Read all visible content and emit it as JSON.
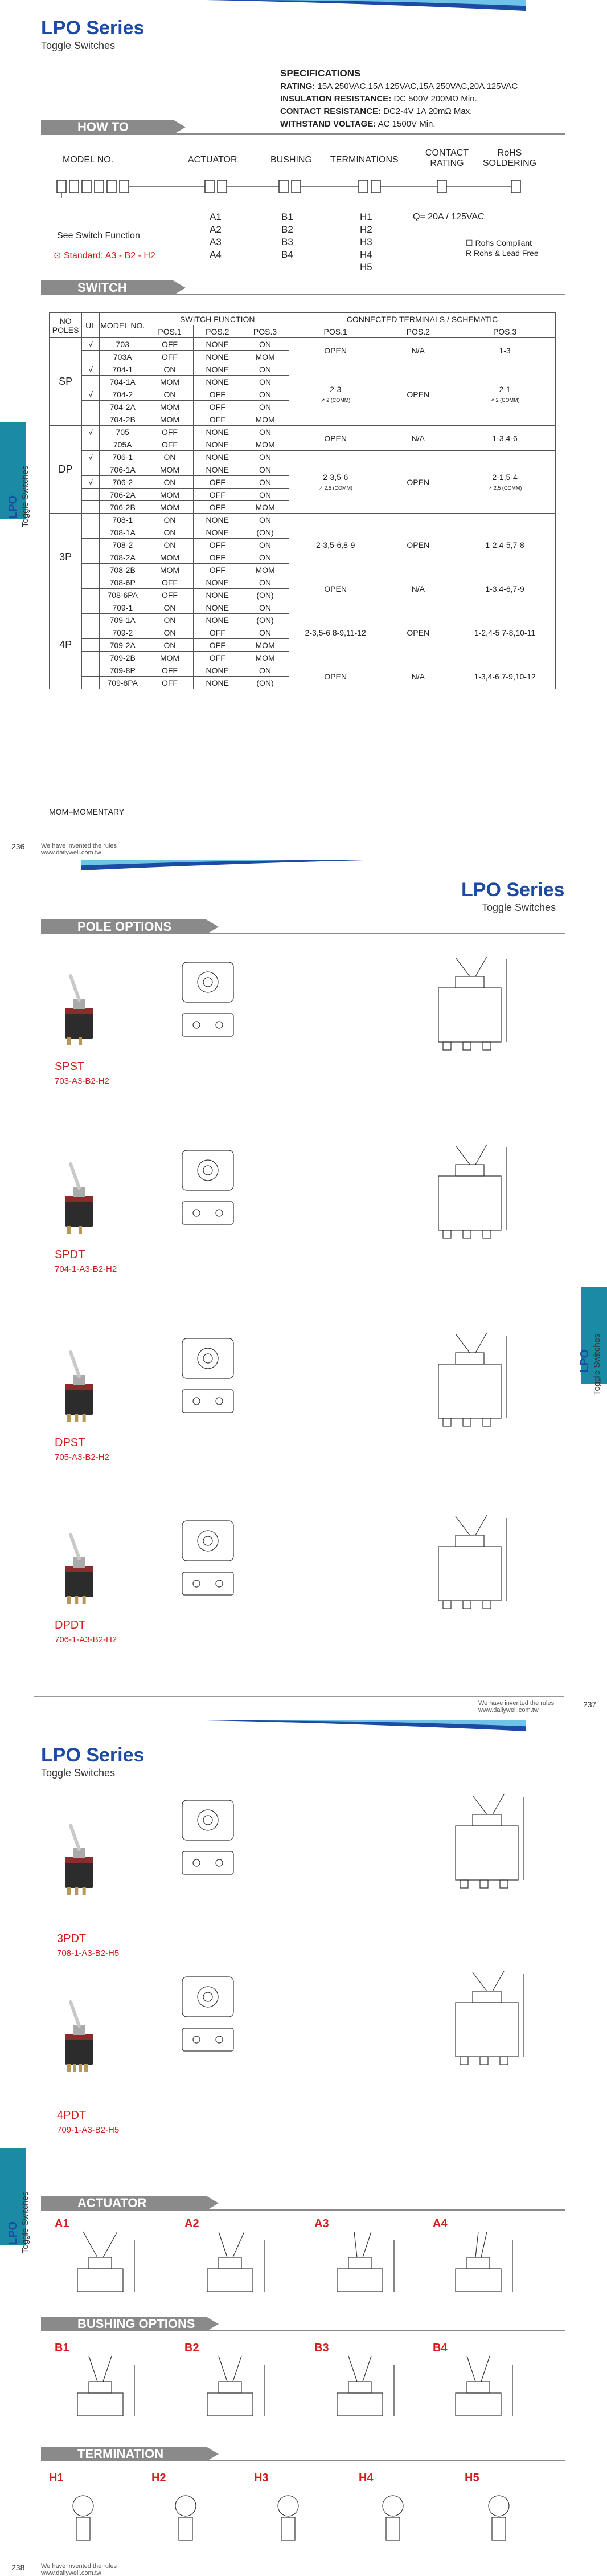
{
  "colors": {
    "brand": "#1d4aa3",
    "accent": "#1a8aa5",
    "highlight": "#d21e1e",
    "bar": "#8a8a8a"
  },
  "page1": {
    "series": "LPO Series",
    "subtitle": "Toggle Switches",
    "specs": {
      "heading": "SPECIFICATIONS",
      "rating_label": "RATING:",
      "rating_value": "15A 250VAC,15A 125VAC,15A 250VAC,20A 125VAC",
      "insulation_label": "INSULATION RESISTANCE:",
      "insulation_value": "DC 500V 200MΩ Min.",
      "contact_label": "CONTACT RESISTANCE:",
      "contact_value": "DC2-4V 1A 20mΩ Max.",
      "withstand_label": "WITHSTAND VOLTAGE:",
      "withstand_value": "AC 1500V Min."
    },
    "how_to_order": {
      "title": "HOW TO ORDER",
      "headers": [
        "MODEL NO.",
        "ACTUATOR",
        "BUSHING",
        "TERMINATIONS",
        "CONTACT RATING",
        "RoHS SOLDERING"
      ],
      "see_switch": "See Switch Function",
      "standard": "Standard: A3 - B2 - H2",
      "actuators": [
        "A1",
        "A2",
        "A3",
        "A4"
      ],
      "bushings": [
        "B1",
        "B2",
        "B3",
        "B4"
      ],
      "terminations": [
        "H1",
        "H2",
        "H3",
        "H4",
        "H5"
      ],
      "contact": "Q= 20A / 125VAC",
      "rohs": [
        "Rohs Compliant",
        "R  Rohs & Lead Free"
      ]
    },
    "switch_function": {
      "title": "SWITCH FUNCTION",
      "head_sf": "SWITCH FUNCTION",
      "head_ct": "CONNECTED TERMINALS / SCHEMATIC",
      "col_no_poles": "NO POLES",
      "col_ul": "UL",
      "col_model": "MODEL NO.",
      "pos": [
        "POS.1",
        "POS.2",
        "POS.3"
      ],
      "groups": [
        {
          "pole": "SP",
          "rows": [
            {
              "ul": "√",
              "model": "703",
              "p1": "OFF",
              "p2": "NONE",
              "p3": "ON"
            },
            {
              "ul": "",
              "model": "703A",
              "p1": "OFF",
              "p2": "NONE",
              "p3": "MOM"
            },
            {
              "ul": "√",
              "model": "704-1",
              "p1": "ON",
              "p2": "NONE",
              "p3": "ON"
            },
            {
              "ul": "",
              "model": "704-1A",
              "p1": "MOM",
              "p2": "NONE",
              "p3": "ON"
            },
            {
              "ul": "√",
              "model": "704-2",
              "p1": "ON",
              "p2": "OFF",
              "p3": "ON"
            },
            {
              "ul": "",
              "model": "704-2A",
              "p1": "MOM",
              "p2": "OFF",
              "p3": "ON"
            },
            {
              "ul": "",
              "model": "704-2B",
              "p1": "MOM",
              "p2": "OFF",
              "p3": "MOM"
            }
          ]
        },
        {
          "pole": "DP",
          "rows": [
            {
              "ul": "√",
              "model": "705",
              "p1": "OFF",
              "p2": "NONE",
              "p3": "ON"
            },
            {
              "ul": "",
              "model": "705A",
              "p1": "OFF",
              "p2": "NONE",
              "p3": "MOM"
            },
            {
              "ul": "√",
              "model": "706-1",
              "p1": "ON",
              "p2": "NONE",
              "p3": "ON"
            },
            {
              "ul": "",
              "model": "706-1A",
              "p1": "MOM",
              "p2": "NONE",
              "p3": "ON"
            },
            {
              "ul": "√",
              "model": "706-2",
              "p1": "ON",
              "p2": "OFF",
              "p3": "ON"
            },
            {
              "ul": "",
              "model": "706-2A",
              "p1": "MOM",
              "p2": "OFF",
              "p3": "ON"
            },
            {
              "ul": "",
              "model": "706-2B",
              "p1": "MOM",
              "p2": "OFF",
              "p3": "MOM"
            }
          ]
        },
        {
          "pole": "3P",
          "rows": [
            {
              "ul": "",
              "model": "708-1",
              "p1": "ON",
              "p2": "NONE",
              "p3": "ON"
            },
            {
              "ul": "",
              "model": "708-1A",
              "p1": "ON",
              "p2": "NONE",
              "p3": "(ON)"
            },
            {
              "ul": "",
              "model": "708-2",
              "p1": "ON",
              "p2": "OFF",
              "p3": "ON"
            },
            {
              "ul": "",
              "model": "708-2A",
              "p1": "MOM",
              "p2": "OFF",
              "p3": "ON"
            },
            {
              "ul": "",
              "model": "708-2B",
              "p1": "MOM",
              "p2": "OFF",
              "p3": "MOM"
            },
            {
              "ul": "",
              "model": "708-6P",
              "p1": "OFF",
              "p2": "NONE",
              "p3": "ON"
            },
            {
              "ul": "",
              "model": "708-6PA",
              "p1": "OFF",
              "p2": "NONE",
              "p3": "(ON)"
            }
          ]
        },
        {
          "pole": "4P",
          "rows": [
            {
              "ul": "",
              "model": "709-1",
              "p1": "ON",
              "p2": "NONE",
              "p3": "ON"
            },
            {
              "ul": "",
              "model": "709-1A",
              "p1": "ON",
              "p2": "NONE",
              "p3": "(ON)"
            },
            {
              "ul": "",
              "model": "709-2",
              "p1": "ON",
              "p2": "OFF",
              "p3": "ON"
            },
            {
              "ul": "",
              "model": "709-2A",
              "p1": "ON",
              "p2": "OFF",
              "p3": "MOM"
            },
            {
              "ul": "",
              "model": "709-2B",
              "p1": "MOM",
              "p2": "OFF",
              "p3": "MOM"
            },
            {
              "ul": "",
              "model": "709-8P",
              "p1": "OFF",
              "p2": "NONE",
              "p3": "ON"
            },
            {
              "ul": "",
              "model": "709-8PA",
              "p1": "OFF",
              "p2": "NONE",
              "p3": "(ON)"
            }
          ]
        }
      ],
      "ct": {
        "sp_open": "OPEN",
        "sp_na": "N/A",
        "sp_13": "1-3",
        "sp_23": "2-3",
        "sp_21": "2-1",
        "sp_open2": "OPEN",
        "comm": "2 (COMM)",
        "dp_open": "OPEN",
        "dp_na": "N/A",
        "dp_1346": "1-3,4-6",
        "dp_2356": "2-3,5-6",
        "dp_2154": "2-1,5-4",
        "dp_open2": "OPEN",
        "comm25": "2,5 (COMM)",
        "p3_a": "2-3,5-6,8-9",
        "p3_open": "OPEN",
        "p3_b": "1-2,4-5,7-8",
        "p3_open2": "OPEN",
        "p3_na": "N/A",
        "p3_c": "1-3,4-6,7-9",
        "p4_a": "2-3,5-6 8-9,11-12",
        "p4_open": "OPEN",
        "p4_b": "1-2,4-5 7-8,10-11",
        "p4_open2": "OPEN",
        "p4_na": "N/A",
        "p4_c": "1-3,4-6 7-9,10-12"
      },
      "note": "MOM=MOMENTARY"
    },
    "page_no": "236",
    "footer": "We have invented the rules",
    "footer_url": "www.dailywell.com.tw",
    "side_top": "LPO",
    "side_sub": "Toggle Switches"
  },
  "page2": {
    "series": "LPO Series",
    "subtitle": "Toggle Switches",
    "section": "POLE OPTIONS",
    "products": [
      {
        "name": "SPST",
        "code": "703-A3-B2-H2"
      },
      {
        "name": "SPDT",
        "code": "704-1-A3-B2-H2"
      },
      {
        "name": "DPST",
        "code": "705-A3-B2-H2"
      },
      {
        "name": "DPDT",
        "code": "706-1-A3-B2-H2"
      }
    ],
    "page_no": "237",
    "footer": "We have invented the rules",
    "footer_url": "www.dailywell.com.tw",
    "side_top": "LPO",
    "side_sub": "Toggle Switches"
  },
  "page3": {
    "series": "LPO Series",
    "subtitle": "Toggle Switches",
    "products": [
      {
        "name": "3PDT",
        "code": "708-1-A3-B2-H5"
      },
      {
        "name": "4PDT",
        "code": "709-1-A3-B2-H5"
      }
    ],
    "actuator_title": "ACTUATOR OPTIONS",
    "actuators": [
      "A1",
      "A2",
      "A3",
      "A4"
    ],
    "bushing_title": "BUSHING OPTIONS",
    "bushings": [
      "B1",
      "B2",
      "B3",
      "B4"
    ],
    "termination_title": "TERMINATION OPTIONS",
    "terminations": [
      "H1",
      "H2",
      "H3",
      "H4",
      "H5"
    ],
    "page_no": "238",
    "footer": "We have invented the rules",
    "footer_url": "www.dailywell.com.tw",
    "side_top": "LPO",
    "side_sub": "Toggle Switches"
  }
}
